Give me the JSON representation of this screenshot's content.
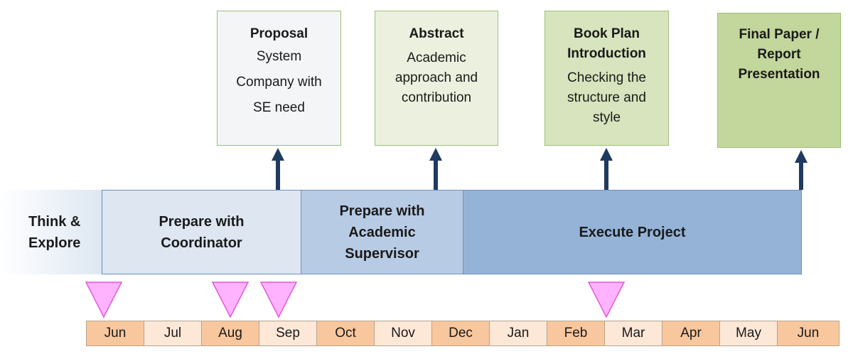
{
  "phases": [
    {
      "label": "Think &\nExplore"
    },
    {
      "label": "Prepare with\nCoordinator",
      "color": "#dde6f1"
    },
    {
      "label": "Prepare with\nAcademic\nSupervisor",
      "color": "#b8cbe4"
    },
    {
      "label": "Execute Project",
      "color": "#95b3d7"
    }
  ],
  "deliverables": [
    {
      "title": "Proposal",
      "body": "System\nCompany with\nSE need",
      "color": "#f3f5f6"
    },
    {
      "title": "Abstract",
      "body": "Academic\napproach and\ncontribution",
      "color": "#ebf1de"
    },
    {
      "title": "Book Plan\nIntroduction",
      "body": "Checking the\nstructure and\nstyle",
      "color": "#d7e4bd"
    },
    {
      "title": "Final Paper /\nReport\nPresentation",
      "body": "",
      "color": "#c3d69b"
    }
  ],
  "months": [
    "Jun",
    "Jul",
    "Aug",
    "Sep",
    "Oct",
    "Nov",
    "Dec",
    "Jan",
    "Feb",
    "Mar",
    "Apr",
    "May",
    "Jun"
  ],
  "milestone_months": [
    0,
    2,
    3,
    9
  ],
  "colors": {
    "arrow": "#1f3a60",
    "milestone_fill": "#ffb3ff",
    "milestone_stroke": "#e05ad6",
    "month_dark": "#f8c79e",
    "month_light": "#fde7d7"
  }
}
